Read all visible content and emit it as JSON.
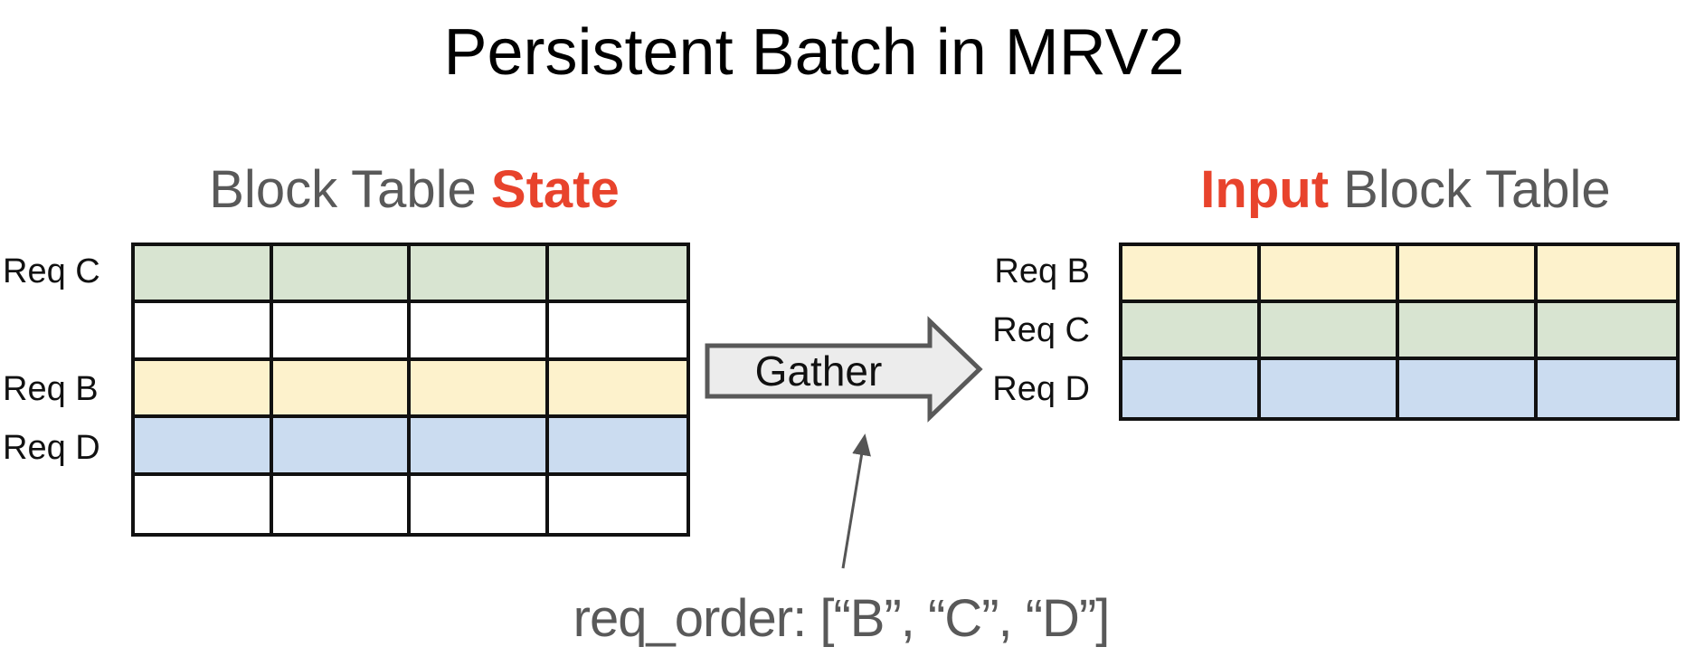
{
  "title": "Persistent Batch in MRV2",
  "colors": {
    "green": "#d8e4d1",
    "yellow": "#fdf2cc",
    "blue": "#cbdcf0",
    "white": "#ffffff",
    "heading_gray": "#595959",
    "highlight_red": "#e8432c",
    "arrow_fill": "#ececec",
    "arrow_border": "#595959",
    "thin_arrow": "#555555",
    "table_border": "#111111",
    "label_black": "#111111"
  },
  "left_table": {
    "heading_prefix": "Block Table ",
    "heading_highlight": "State",
    "columns": 4,
    "rows": [
      {
        "label": "Req C",
        "fill": "green"
      },
      {
        "label": "",
        "fill": "white"
      },
      {
        "label": "Req B",
        "fill": "yellow"
      },
      {
        "label": "Req D",
        "fill": "blue"
      },
      {
        "label": "",
        "fill": "white"
      }
    ]
  },
  "right_table": {
    "heading_highlight": "Input",
    "heading_suffix": " Block Table",
    "columns": 4,
    "rows": [
      {
        "label": "Req B",
        "fill": "yellow"
      },
      {
        "label": "Req C",
        "fill": "green"
      },
      {
        "label": "Req D",
        "fill": "blue"
      }
    ]
  },
  "gather_arrow": {
    "label": "Gather"
  },
  "annotation": {
    "text": "req_order: [“B”, “C”, “D”]"
  }
}
